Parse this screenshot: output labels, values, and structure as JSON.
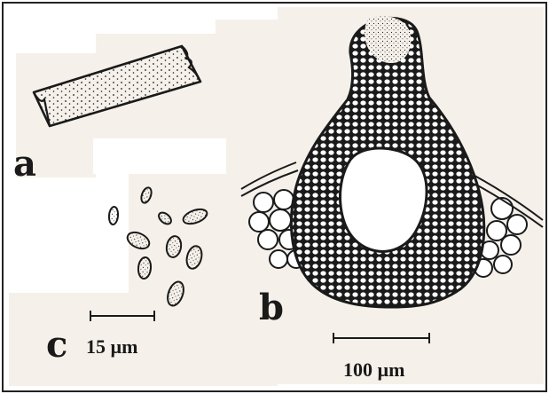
{
  "figure": {
    "panels": {
      "a": {
        "label": "a"
      },
      "b": {
        "label": "b"
      },
      "c": {
        "label": "c"
      }
    },
    "scale_bars": {
      "spores": {
        "text": "15 µm"
      },
      "section": {
        "text": "100 µm"
      }
    },
    "colors": {
      "background": "#ffffff",
      "paper": "#f5f1ea",
      "ink": "#1a1a1a"
    }
  }
}
